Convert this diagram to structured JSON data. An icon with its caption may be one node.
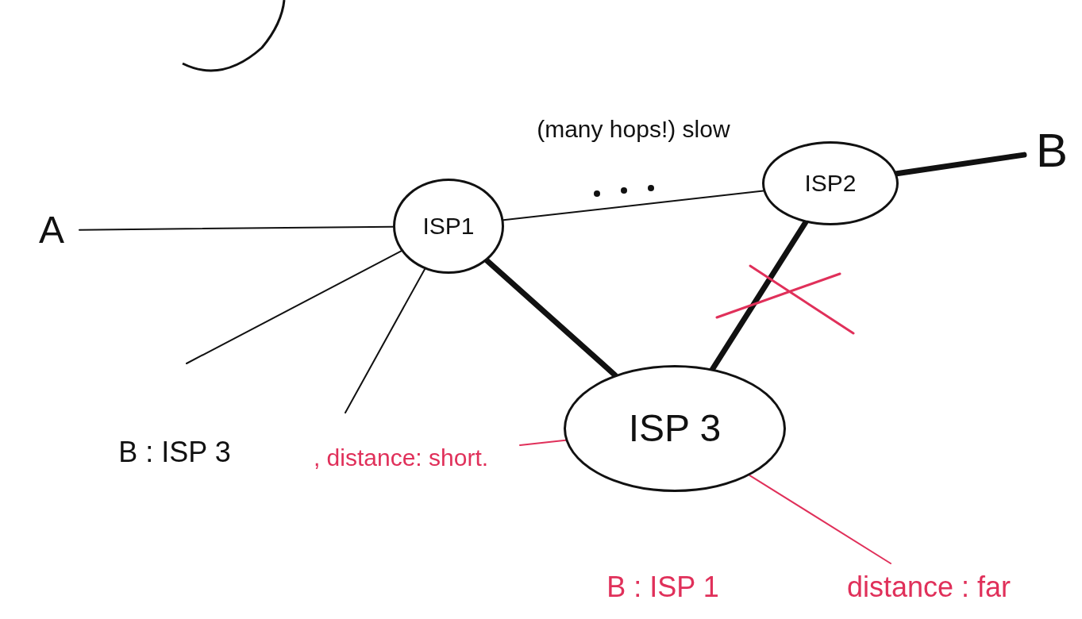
{
  "diagram": {
    "nodes": [
      {
        "text": [
          "A"
        ]
      },
      {
        "text": [
          "ISP1"
        ]
      },
      {
        "text": [
          "ISP2"
        ]
      },
      {
        "text": [
          "B"
        ]
      },
      {
        "text": [
          "ISP 3"
        ]
      },
      {
        "text": [
          "B : ISP 3"
        ]
      },
      {
        "text": [
          ", distance: short."
        ]
      },
      {
        "text": [
          "B : ISP 1"
        ]
      },
      {
        "text": [
          "distance : far"
        ]
      }
    ],
    "edges": [
      {
        "from": 0,
        "to": 1,
        "arrow": "none"
      },
      {
        "from": null,
        "to": 1,
        "arrow": "none"
      },
      {
        "from": null,
        "to": 1,
        "arrow": "none"
      },
      {
        "from": 1,
        "to": 2,
        "arrow": "none",
        "label": "(many hops!) slow"
      },
      {
        "from": 2,
        "to": 3,
        "arrow": "none",
        "style": "thick"
      },
      {
        "from": 1,
        "to": 4,
        "arrow": "none",
        "style": "thick"
      },
      {
        "from": 2,
        "to": 4,
        "arrow": "none",
        "style": "thick"
      },
      {
        "from": 6,
        "to": 4,
        "arrow": "none",
        "color": "#e0305a"
      },
      {
        "from": 8,
        "to": 4,
        "arrow": "none",
        "color": "#e0305a"
      }
    ]
  }
}
